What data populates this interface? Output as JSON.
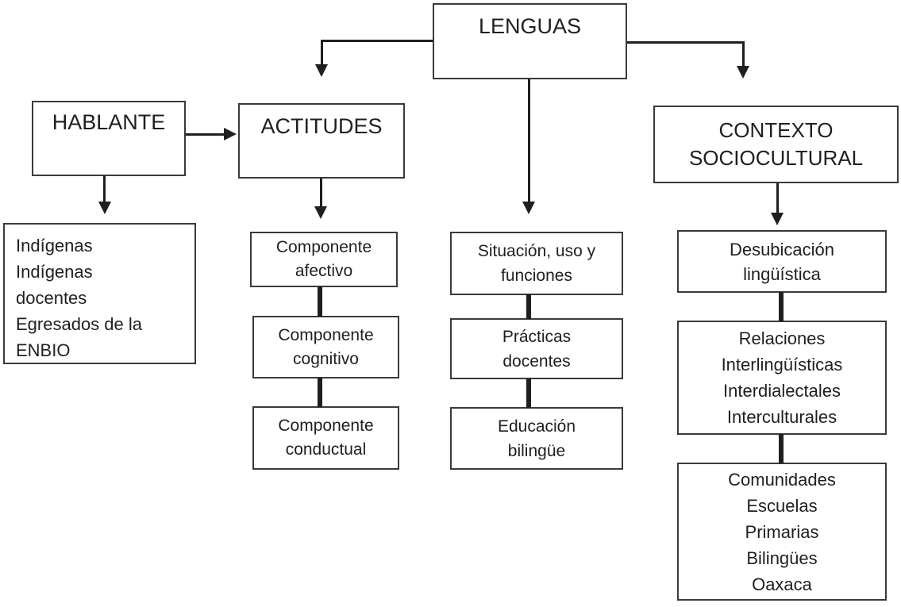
{
  "colors": {
    "ink": "#1f1f1f",
    "box_border": "#3a3a3a",
    "background": "#ffffff"
  },
  "nodes": {
    "lenguas": {
      "label": "LENGUAS"
    },
    "hablante": {
      "label": "HABLANTE"
    },
    "actitudes": {
      "label": "ACTITUDES"
    },
    "contexto_sociocultural": {
      "lines": [
        "CONTEXTO",
        "SOCIOCULTURAL"
      ]
    },
    "hablante_tipos": {
      "lines": [
        "Indígenas",
        "Indígenas",
        "docentes",
        "Egresados de la",
        "ENBIO"
      ]
    },
    "componente_afectivo": {
      "lines": [
        "Componente",
        "afectivo"
      ]
    },
    "componente_cognitivo": {
      "lines": [
        "Componente",
        "cognitivo"
      ]
    },
    "componente_conductual": {
      "lines": [
        "Componente",
        "conductual"
      ]
    },
    "situacion_uso_funciones": {
      "lines": [
        "Situación, uso y",
        "funciones"
      ]
    },
    "practicas_docentes": {
      "lines": [
        "Prácticas",
        "docentes"
      ]
    },
    "educacion_bilingue": {
      "lines": [
        "Educación",
        "bilingüe"
      ]
    },
    "desubicacion_linguistica": {
      "lines": [
        "Desubicación",
        "lingüística"
      ]
    },
    "relaciones": {
      "lines": [
        "Relaciones",
        "Interlingüísticas",
        "Interdialectales",
        "Interculturales"
      ]
    },
    "comunidades": {
      "lines": [
        "Comunidades",
        "Escuelas",
        "Primarias",
        "Bilingües",
        "Oaxaca"
      ]
    }
  },
  "edges": [
    {
      "from": "LENGUAS",
      "to": "ACTITUDES",
      "type": "arrow"
    },
    {
      "from": "LENGUAS",
      "to": "Situación, uso y funciones",
      "type": "arrow"
    },
    {
      "from": "LENGUAS",
      "to": "CONTEXTO SOCIOCULTURAL",
      "type": "arrow"
    },
    {
      "from": "HABLANTE",
      "to": "ACTITUDES",
      "type": "arrow"
    },
    {
      "from": "HABLANTE",
      "to": "Indígenas / Indígenas docentes / Egresados de la ENBIO",
      "type": "arrow"
    },
    {
      "from": "ACTITUDES",
      "to": "Componente afectivo",
      "type": "arrow"
    },
    {
      "from": "CONTEXTO SOCIOCULTURAL",
      "to": "Desubicación lingüística",
      "type": "arrow"
    },
    {
      "from": "Componente afectivo",
      "to": "Componente cognitivo",
      "type": "connector"
    },
    {
      "from": "Componente cognitivo",
      "to": "Componente conductual",
      "type": "connector"
    },
    {
      "from": "Situación, uso y funciones",
      "to": "Prácticas docentes",
      "type": "connector"
    },
    {
      "from": "Prácticas docentes",
      "to": "Educación bilingüe",
      "type": "connector"
    },
    {
      "from": "Desubicación lingüística",
      "to": "Relaciones Interlingüísticas Interdialectales Interculturales",
      "type": "connector"
    },
    {
      "from": "Relaciones Interlingüísticas Interdialectales Interculturales",
      "to": "Comunidades Escuelas Primarias Bilingües Oaxaca",
      "type": "connector"
    }
  ]
}
